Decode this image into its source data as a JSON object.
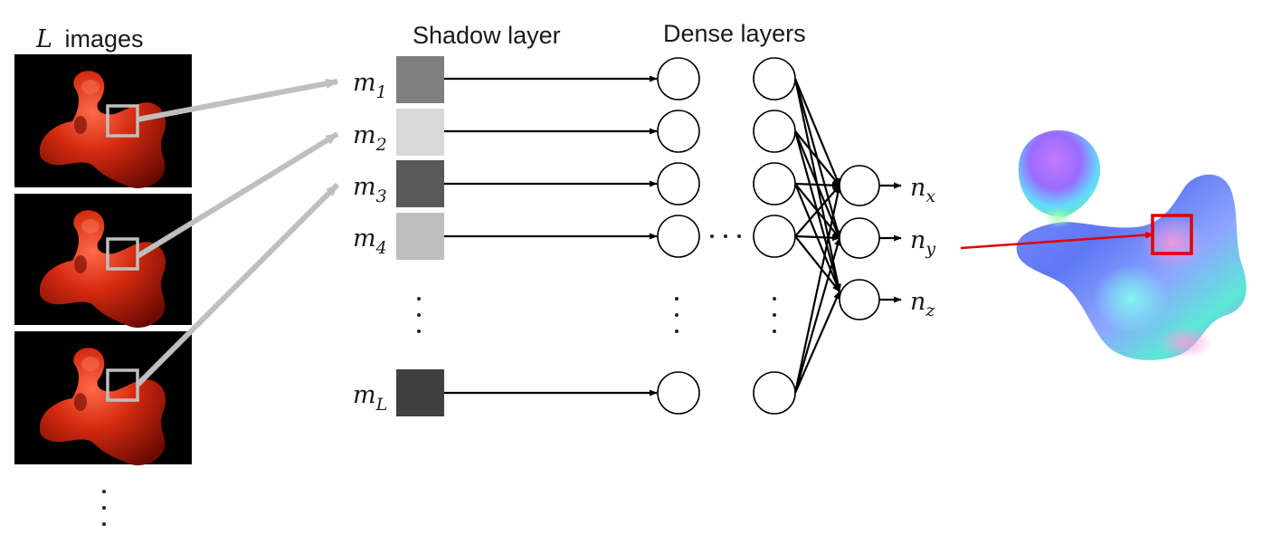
{
  "labels": {
    "images_var": "L",
    "images_word": "images",
    "shadow_layer": "Shadow layer",
    "dense_layers": "Dense layers"
  },
  "shadow_inputs": [
    {
      "base": "m",
      "sub": "1",
      "color": "#7f7f7f"
    },
    {
      "base": "m",
      "sub": "2",
      "color": "#d9d9d9"
    },
    {
      "base": "m",
      "sub": "3",
      "color": "#595959"
    },
    {
      "base": "m",
      "sub": "4",
      "color": "#bfbfbf"
    },
    {
      "base": "m",
      "sub": "L",
      "color": "#404040"
    }
  ],
  "outputs": [
    {
      "base": "n",
      "sub": "x"
    },
    {
      "base": "n",
      "sub": "y"
    },
    {
      "base": "n",
      "sub": "z"
    }
  ],
  "colors": {
    "image_background": "#000000",
    "object_red": "#c8200e",
    "patch_gray": "#bfbfbf",
    "highlight_red": "#e00000"
  }
}
